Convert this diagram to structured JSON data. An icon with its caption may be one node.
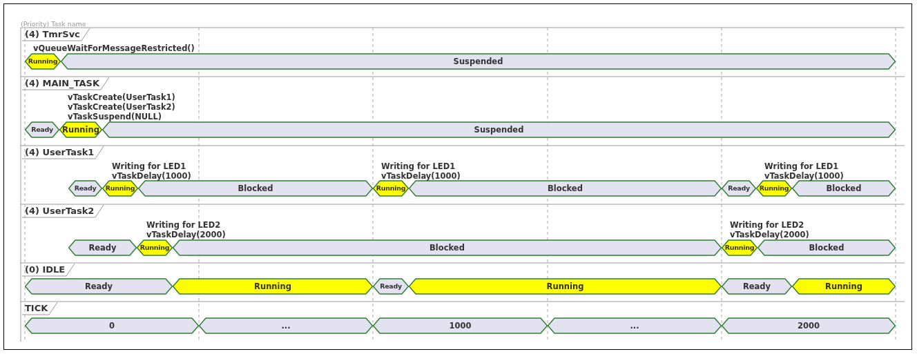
{
  "diagram": {
    "nodes": [
      {
        "text": [
          "Running"
        ]
      },
      {
        "text": [
          "Suspended"
        ]
      },
      {
        "text": [
          "Ready"
        ]
      },
      {
        "text": [
          "Running"
        ]
      },
      {
        "text": [
          "Suspended"
        ]
      },
      {
        "text": [
          "Ready"
        ]
      },
      {
        "text": [
          "Running"
        ]
      },
      {
        "text": [
          "Blocked"
        ]
      },
      {
        "text": [
          "Running"
        ]
      },
      {
        "text": [
          "Blocked"
        ]
      },
      {
        "text": [
          "Ready"
        ]
      },
      {
        "text": [
          "Running"
        ]
      },
      {
        "text": [
          "Blocked"
        ]
      },
      {
        "text": [
          "Ready"
        ]
      },
      {
        "text": [
          "Running"
        ]
      },
      {
        "text": [
          "Blocked"
        ]
      },
      {
        "text": [
          "Running"
        ]
      },
      {
        "text": [
          "Blocked"
        ]
      },
      {
        "text": [
          "Ready"
        ]
      },
      {
        "text": [
          "Running"
        ]
      },
      {
        "text": [
          "Ready"
        ]
      },
      {
        "text": [
          "Running"
        ]
      },
      {
        "text": [
          "Ready"
        ]
      },
      {
        "text": [
          "Running"
        ]
      },
      {
        "text": [
          "0"
        ]
      },
      {
        "text": [
          "..."
        ]
      },
      {
        "text": [
          "1000"
        ]
      },
      {
        "text": [
          "..."
        ]
      },
      {
        "text": [
          "2000"
        ]
      }
    ],
    "labels": [
      "(Priority) Task name",
      "(4) TmrSvc",
      "vQueueWaitForMessageRestricted()",
      "(4) MAIN_TASK",
      "vTaskCreate(UserTask1)",
      "vTaskCreate(UserTask2)",
      "vTaskSuspend(NULL)",
      "(4) UserTask1",
      "Writing for LED1",
      "vTaskDelay(1000)",
      "Writing for LED1",
      "vTaskDelay(1000)",
      "Writing for LED1",
      "vTaskDelay(1000)",
      "(4) UserTask2",
      "Writing for LED2",
      "vTaskDelay(2000)",
      "Writing for LED2",
      "vTaskDelay(2000)",
      "(0) IDLE",
      "TICK"
    ]
  }
}
